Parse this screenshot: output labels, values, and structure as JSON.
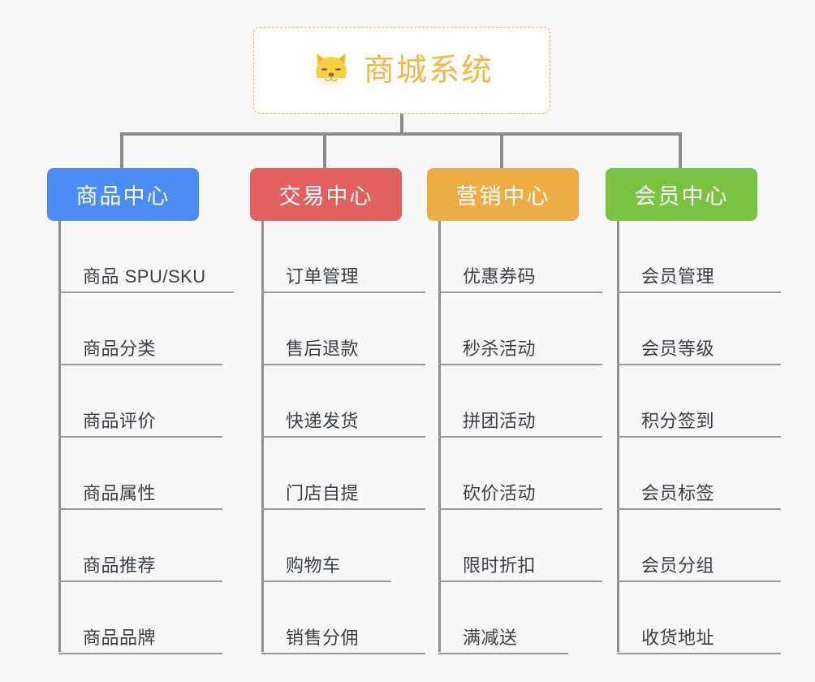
{
  "canvas": {
    "background": "#f8f8f8",
    "line_color": "#8c8c8c"
  },
  "root": {
    "title": "商城系统",
    "icon": "shiba-inu-dog-icon",
    "border_color": "#e8b563",
    "text_color": "#f1b844",
    "background": "#ffffff"
  },
  "columns": [
    {
      "title": "商品中心",
      "color": "#4a8cf2",
      "items": [
        {
          "label": "商品 SPU/SKU",
          "width": "wide"
        },
        {
          "label": "商品分类",
          "width": "normal"
        },
        {
          "label": "商品评价",
          "width": "normal"
        },
        {
          "label": "商品属性",
          "width": "normal"
        },
        {
          "label": "商品推荐",
          "width": "normal"
        },
        {
          "label": "商品品牌",
          "width": "normal"
        }
      ]
    },
    {
      "title": "交易中心",
      "color": "#e2605f",
      "items": [
        {
          "label": "订单管理",
          "width": "normal"
        },
        {
          "label": "售后退款",
          "width": "normal"
        },
        {
          "label": "快递发货",
          "width": "normal"
        },
        {
          "label": "门店自提",
          "width": "normal"
        },
        {
          "label": "购物车",
          "width": "short"
        },
        {
          "label": "销售分佣",
          "width": "normal"
        }
      ]
    },
    {
      "title": "营销中心",
      "color": "#eeac45",
      "items": [
        {
          "label": "优惠券码",
          "width": "normal"
        },
        {
          "label": "秒杀活动",
          "width": "normal"
        },
        {
          "label": "拼团活动",
          "width": "normal"
        },
        {
          "label": "砍价活动",
          "width": "normal"
        },
        {
          "label": "限时折扣",
          "width": "normal"
        },
        {
          "label": "满减送",
          "width": "short"
        }
      ]
    },
    {
      "title": "会员中心",
      "color": "#7cc242",
      "items": [
        {
          "label": "会员管理",
          "width": "normal"
        },
        {
          "label": "会员等级",
          "width": "normal"
        },
        {
          "label": "积分签到",
          "width": "normal"
        },
        {
          "label": "会员标签",
          "width": "normal"
        },
        {
          "label": "会员分组",
          "width": "normal"
        },
        {
          "label": "收货地址",
          "width": "normal"
        }
      ]
    }
  ]
}
